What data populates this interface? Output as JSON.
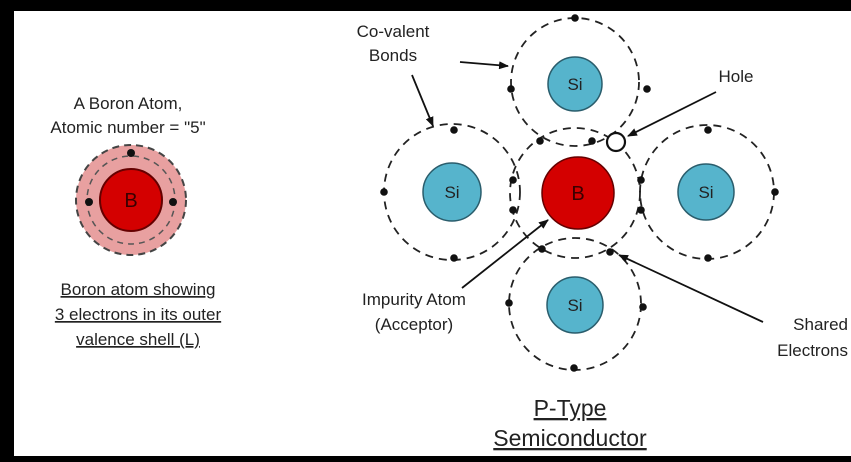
{
  "left_panel": {
    "caption_line1": "A Boron Atom,",
    "caption_line2": "Atomic number = \"5\"",
    "atom_symbol": "B",
    "desc_line1": "Boron atom showing",
    "desc_line2": "3 electrons in its outer",
    "desc_line3": "valence shell (L)"
  },
  "lattice": {
    "silicon_symbol": "Si",
    "boron_symbol": "B",
    "labels": {
      "covalent_line1": "Co-valent",
      "covalent_line2": "Bonds",
      "hole": "Hole",
      "impurity_line1": "Impurity Atom",
      "impurity_line2": "(Acceptor)",
      "shared_line1": "Shared",
      "shared_line2": "Electrons"
    }
  },
  "title": {
    "line1": "P-Type",
    "line2": "Semiconductor"
  },
  "colors": {
    "silicon_fill": "#56b4cc",
    "boron_fill": "#d40000",
    "boron_shell_fill": "#e8a0a0",
    "frame": "#000000"
  }
}
